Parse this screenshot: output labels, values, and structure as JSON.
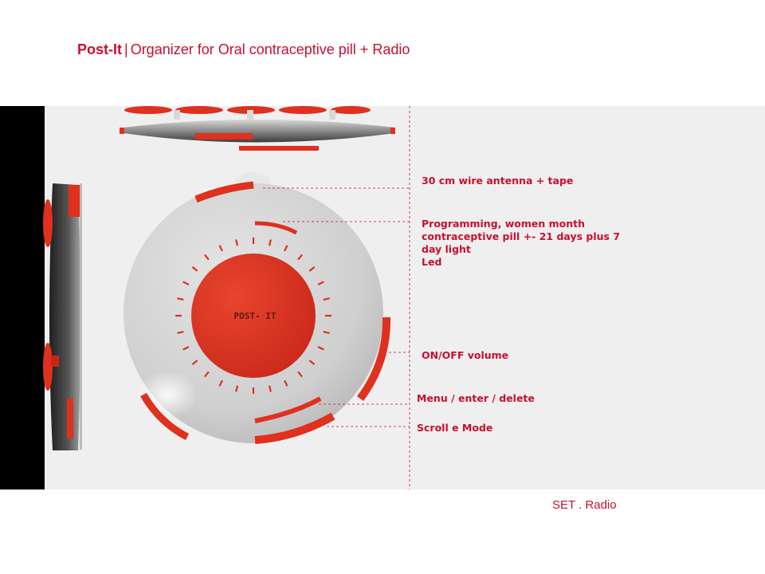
{
  "header": {
    "brand": "Post-It",
    "separator": "|",
    "subtitle": "Organizer for Oral contraceptive pill + Radio"
  },
  "device": {
    "face_text": "POST- IT"
  },
  "callouts": {
    "antenna": "30 cm wire antenna + tape",
    "programming_line1": "Programming,  women month",
    "programming_line2": "contraceptive pill +- 21 days plus 7",
    "programming_line3": "day light",
    "programming_line4": "Led",
    "onoff": "ON/OFF  volume",
    "menu": "Menu / enter / delete",
    "scroll": "Scroll e Mode"
  },
  "footer": {
    "caption": "SET . Radio"
  },
  "colors": {
    "accent": "#c8102e",
    "device_red": "#e0301e",
    "panel": "#efefef"
  }
}
